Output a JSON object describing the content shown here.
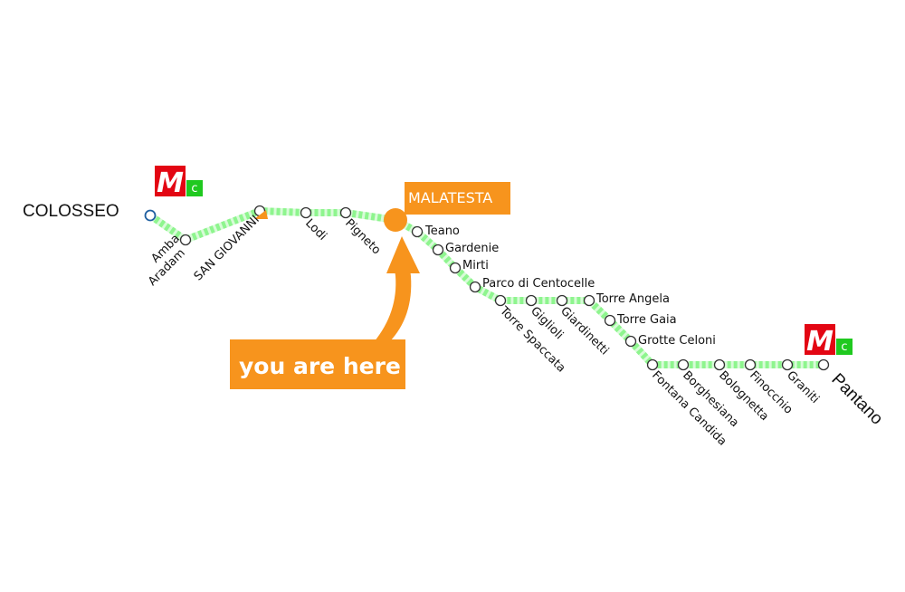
{
  "line": {
    "color": "#8ef58e",
    "stations": [
      "COLOSSEO",
      "Amba Aradam",
      "SAN GIOVANNI",
      "Lodi",
      "Pigneto",
      "MALATESTA",
      "Teano",
      "Gardenie",
      "Mirti",
      "Parco di Centocelle",
      "Torre Spaccata",
      "Giglioli",
      "Giardinetti",
      "Torre Angela",
      "Torre Gaia",
      "Grotte Celoni",
      "Fontana Candida",
      "Borghesiana",
      "Bolognetta",
      "Finocchio",
      "Graniti",
      "Pantano"
    ]
  },
  "labels": {
    "colosseo": "COLOSSEO",
    "amba": "Amba",
    "aradam": "Aradam",
    "san_giovanni": "SAN GIOVANNI",
    "lodi": "Lodi",
    "pigneto": "Pigneto",
    "malatesta": "MALATESTA",
    "teano": "Teano",
    "gardenie": "Gardenie",
    "mirti": "Mirti",
    "parco": "Parco di Centocelle",
    "torre_spaccata": "Torre Spaccata",
    "giglioli": "Giglioli",
    "giardinetti": "Giardinetti",
    "torre_angela": "Torre Angela",
    "torre_gaia": "Torre Gaia",
    "grotte_celoni": "Grotte Celoni",
    "fontana_candida": "Fontana Candida",
    "borghesiana": "Borghesiana",
    "bolognetta": "Bolognetta",
    "finocchio": "Finocchio",
    "graniti": "Graniti",
    "pantano": "Pantano"
  },
  "metro_logo": {
    "letter": "M",
    "line_letter": "c",
    "red": "#e30613",
    "green": "#1fc91f"
  },
  "current_location": {
    "station": "MALATESTA",
    "callout": "you are here",
    "color": "#f7941d"
  }
}
